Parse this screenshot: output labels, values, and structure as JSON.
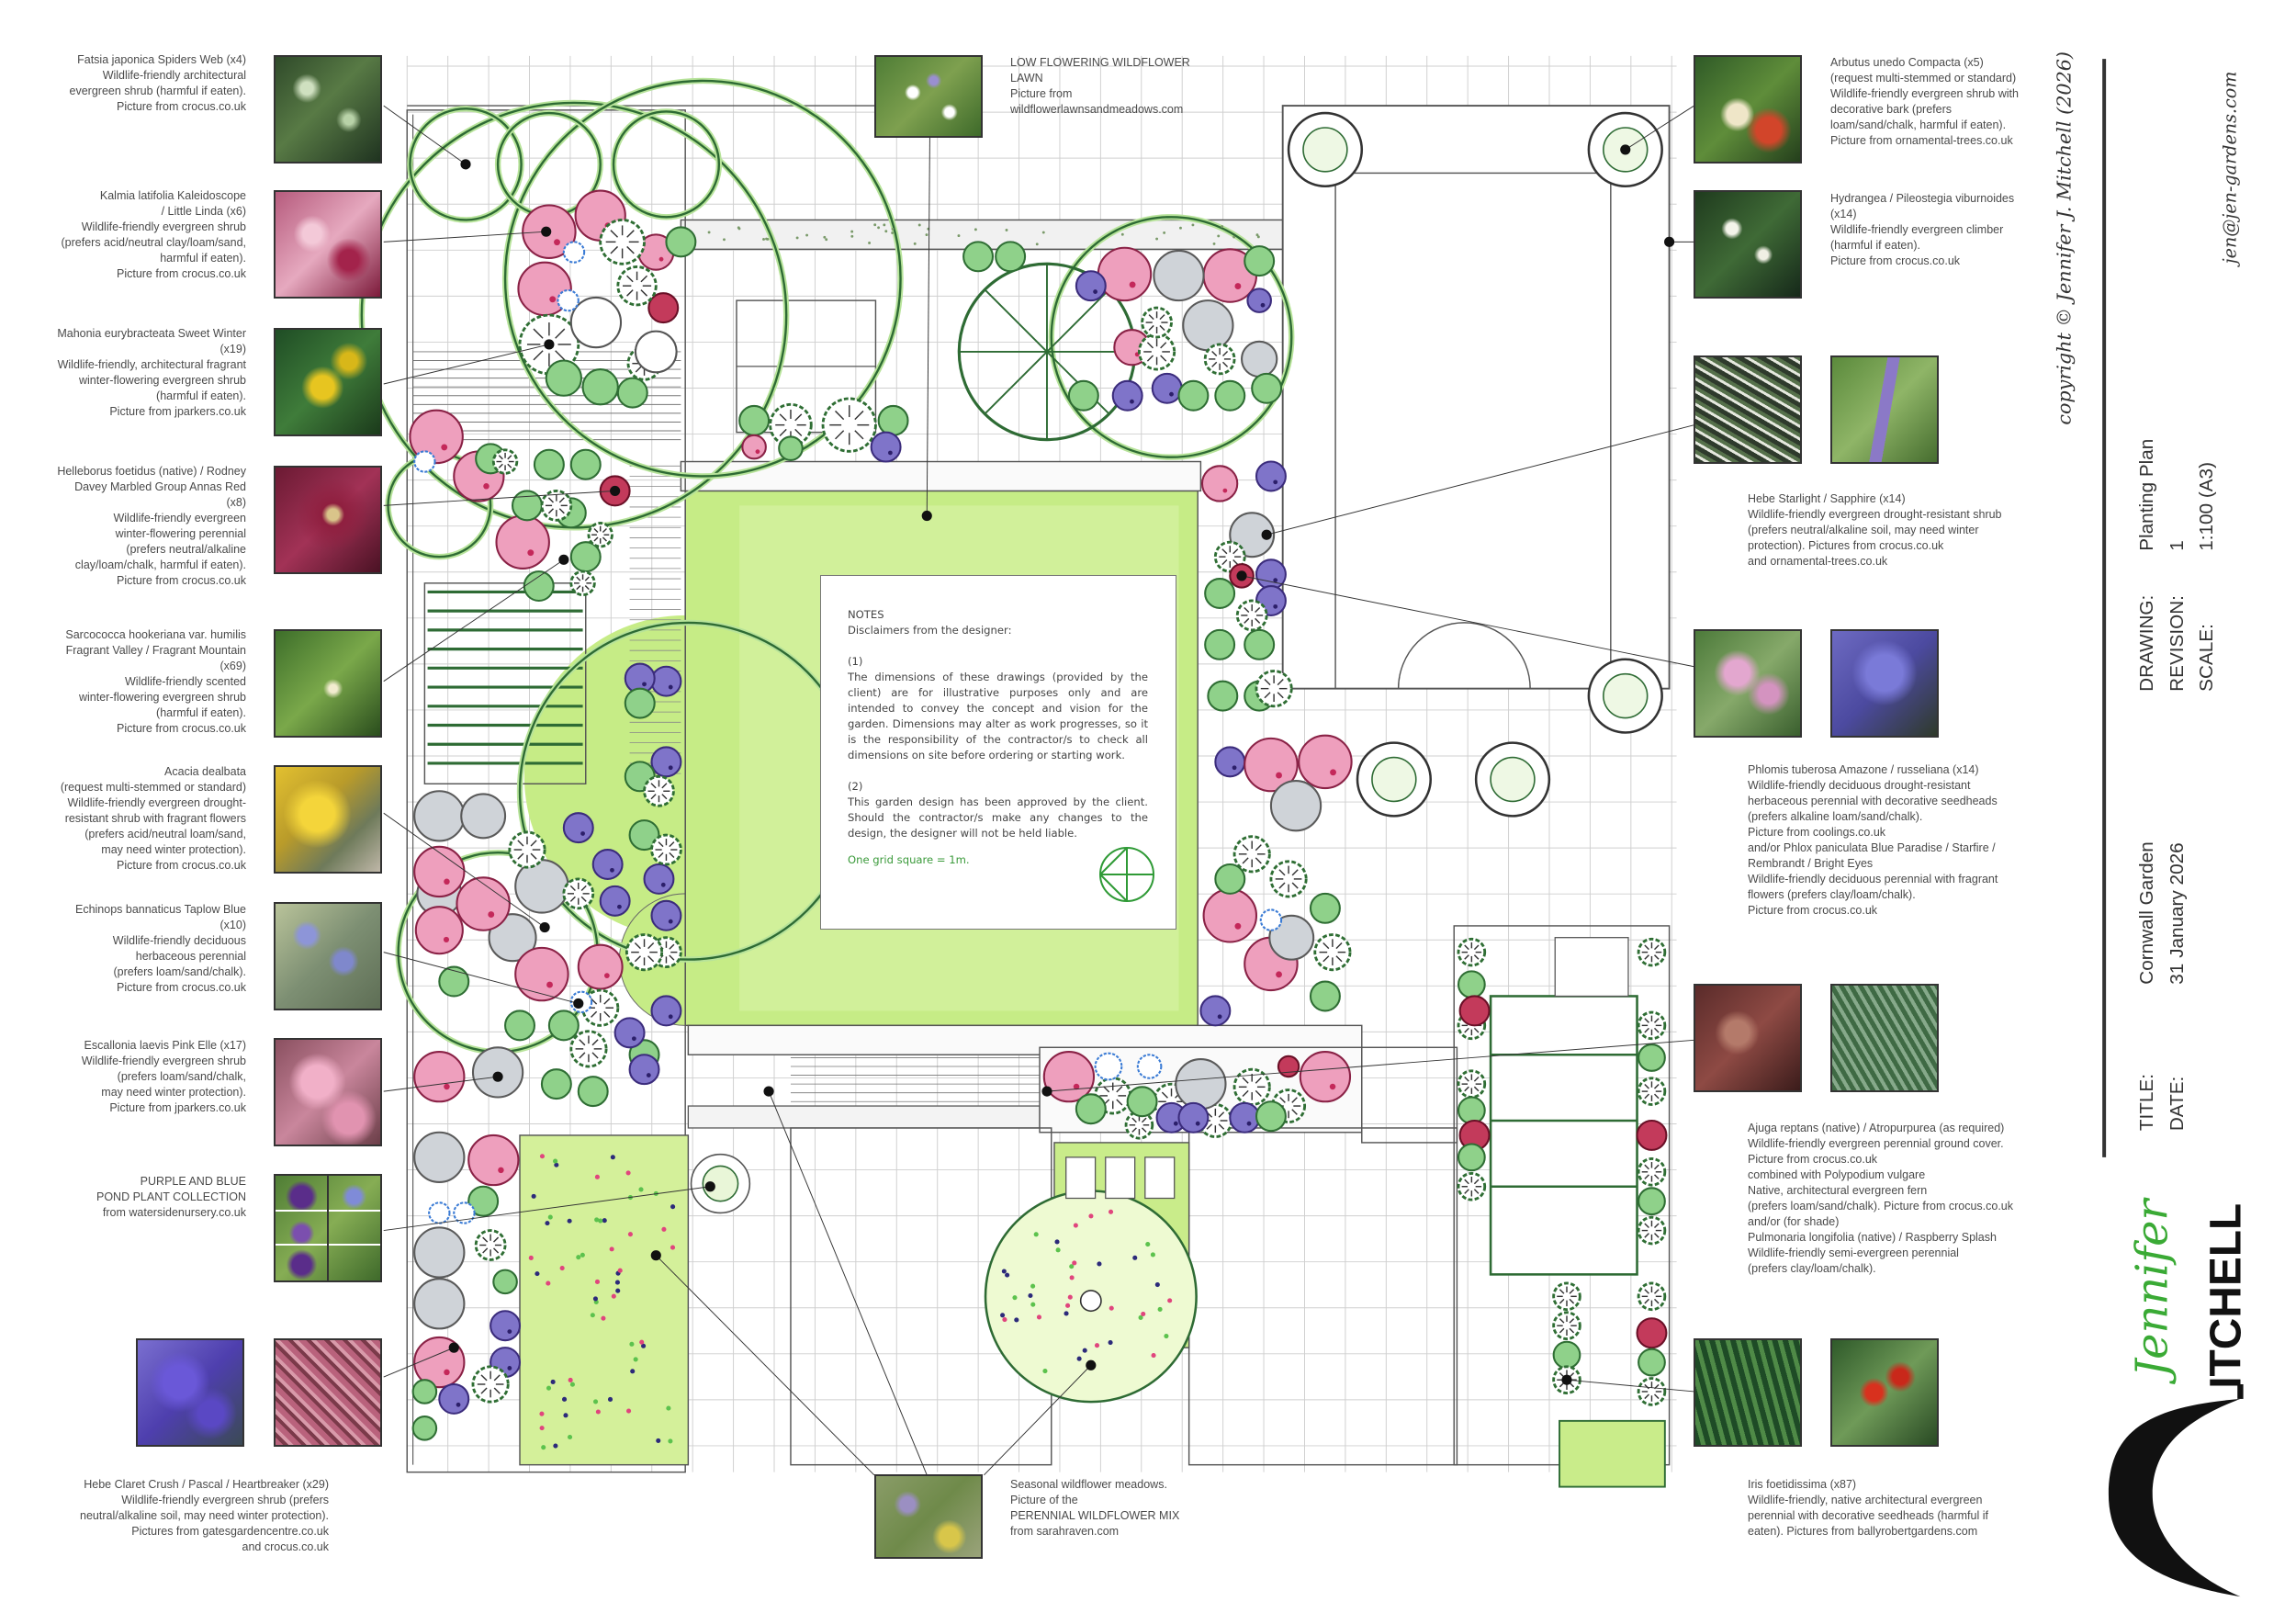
{
  "title_block": {
    "title_label": "TITLE:",
    "title_value": "Cornwall Garden",
    "date_label": "DATE:",
    "date_value": "31 January 2026",
    "drawing_label": "DRAWING:",
    "drawing_value": "Planting Plan",
    "revision_label": "REVISION:",
    "revision_value": "1",
    "scale_label": "SCALE:",
    "scale_value": "1:100 (A3)",
    "copyright": "copyright © Jennifer J. Mitchell (2026)",
    "email": "jen@jen-gardens.com",
    "logo_script": "Jennifer",
    "logo_bold": "ITCHELL"
  },
  "notes": {
    "heading": "NOTES",
    "subheading": "Disclaimers from the designer:",
    "n1_label": "(1)",
    "n1_text": "The dimensions of these drawings (provided by the client) are for illustrative purposes only and are intended to convey the concept and vision for the garden. Dimensions may alter as work progresses, so it is the responsibility of the contractor/s to check all dimensions on site before ordering or starting work.",
    "n2_label": "(2)",
    "n2_text": "This garden design has been approved by the client. Should the contractor/s make any changes to the design, the designer will not be held liable.",
    "grid_note": "One grid square = 1m."
  },
  "left_labels": [
    {
      "text": "Fatsia japonica Spiders Web (x4)\nWildlife-friendly architectural\nevergreen shrub (harmful if eaten).\nPicture from crocus.co.uk"
    },
    {
      "text": "Kalmia latifolia Kaleidoscope\n/ Little Linda (x6)\nWildlife-friendly evergreen shrub\n(prefers acid/neutral clay/loam/sand,\nharmful if eaten).\nPicture from crocus.co.uk"
    },
    {
      "text": "Mahonia eurybracteata Sweet Winter\n(x19)\nWildlife-friendly, architectural fragrant\nwinter-flowering evergreen shrub\n(harmful if eaten).\nPicture from jparkers.co.uk"
    },
    {
      "text": "Helleborus foetidus (native) / Rodney\nDavey Marbled Group Annas Red\n(x8)\nWildlife-friendly evergreen\nwinter-flowering perennial\n(prefers neutral/alkaline\nclay/loam/chalk, harmful if eaten).\nPicture from crocus.co.uk"
    },
    {
      "text": "Sarcococca hookeriana var. humilis\nFragrant Valley / Fragrant Mountain\n(x69)\nWildlife-friendly scented\nwinter-flowering evergreen shrub\n(harmful if eaten).\nPicture from crocus.co.uk"
    },
    {
      "text": "Acacia dealbata\n(request multi-stemmed or standard)\nWildlife-friendly evergreen drought-\nresistant shrub with fragrant flowers\n(prefers acid/neutral loam/sand,\nmay need winter protection).\nPicture from crocus.co.uk"
    },
    {
      "text": "Echinops bannaticus Taplow Blue\n(x10)\nWildlife-friendly deciduous\nherbaceous perennial\n(prefers loam/sand/chalk).\nPicture from crocus.co.uk"
    },
    {
      "text": "Escallonia laevis Pink Elle (x17)\nWildlife-friendly evergreen shrub\n(prefers loam/sand/chalk,\nmay need winter protection).\nPicture from jparkers.co.uk"
    },
    {
      "text": "PURPLE AND BLUE\nPOND PLANT COLLECTION\nfrom watersidenursery.co.uk"
    },
    {
      "text": "Hebe Claret Crush / Pascal / Heartbreaker (x29)\nWildlife-friendly evergreen shrub (prefers\nneutral/alkaline soil, may need winter protection).\nPictures from gatesgardencentre.co.uk\nand crocus.co.uk"
    }
  ],
  "right_labels": [
    {
      "text": "Arbutus unedo Compacta (x5)\n(request multi-stemmed or standard)\nWildlife-friendly evergreen shrub with\ndecorative bark (prefers\nloam/sand/chalk, harmful if eaten).\nPicture from ornamental-trees.co.uk"
    },
    {
      "text": "Hydrangea / Pileostegia viburnoides\n(x14)\nWildlife-friendly evergreen climber\n(harmful if eaten).\nPicture from crocus.co.uk"
    },
    {
      "text": "Hebe Starlight / Sapphire (x14)\nWildlife-friendly evergreen drought-resistant shrub\n(prefers neutral/alkaline soil, may need winter\nprotection). Pictures from crocus.co.uk\nand ornamental-trees.co.uk"
    },
    {
      "text": "Phlomis tuberosa Amazone / russeliana (x14)\nWildlife-friendly deciduous drought-resistant\nherbaceous perennial with decorative seedheads\n(prefers alkaline loam/sand/chalk).\nPicture from coolings.co.uk\nand/or Phlox paniculata Blue Paradise / Starfire /\nRembrandt / Bright Eyes\nWildlife-friendly deciduous perennial with fragrant\nflowers (prefers clay/loam/chalk).\nPicture from crocus.co.uk"
    },
    {
      "text": "Ajuga reptans (native) / Atropurpurea (as required)\nWildlife-friendly evergreen perennial ground cover.\nPicture from crocus.co.uk\ncombined with Polypodium vulgare\nNative, architectural evergreen fern\n(prefers loam/sand/chalk). Picture from crocus.co.uk\nand/or (for shade)\nPulmonaria longifolia (native) / Raspberry Splash\nWildlife-friendly semi-evergreen perennial\n(prefers clay/loam/chalk)."
    },
    {
      "text": "Iris foetidissima (x87)\nWildlife-friendly, native architectural evergreen\nperennial with decorative seedheads (harmful if\neaten). Pictures from ballyrobertgardens.com"
    }
  ],
  "center_labels": [
    {
      "text": "LOW FLOWERING WILDFLOWER\nLAWN\nPicture from\nwildflowerlawnsandmeadows.com"
    },
    {
      "text": "Seasonal wildflower meadows.\nPicture of the\nPERENNIAL WILDFLOWER MIX\nfrom sarahraven.com"
    }
  ],
  "colors": {
    "pink_shrub": "#ee9fbd",
    "green_shrub": "#8fd18a",
    "grey_shrub": "#cfd3d8",
    "purple_shrub": "#7f74c9",
    "lawn": "#c6ec86",
    "outline_green": "#2e6b34",
    "logo_green": "#3aaa35"
  }
}
